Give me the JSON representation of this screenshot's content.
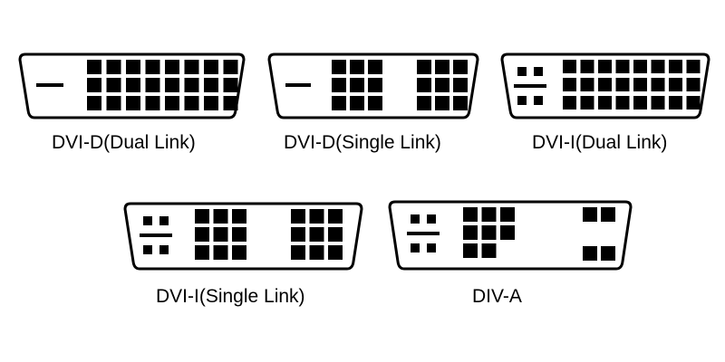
{
  "colors": {
    "ink": "#000000",
    "paper": "#ffffff"
  },
  "connectors": [
    {
      "id": "dvi-d-dual",
      "label": "DVI-D(Dual Link)",
      "analog_pins": false,
      "ground_blade": true,
      "digital_pins": "full 3x8 grid"
    },
    {
      "id": "dvi-d-single",
      "label": "DVI-D(Single Link)",
      "analog_pins": false,
      "ground_blade": true,
      "digital_pins": "two 3x3 groups"
    },
    {
      "id": "dvi-i-dual",
      "label": "DVI-I(Dual Link)",
      "analog_pins": true,
      "ground_blade": true,
      "digital_pins": "full 3x8 grid"
    },
    {
      "id": "dvi-i-single",
      "label": "DVI-I(Single Link)",
      "analog_pins": true,
      "ground_blade": true,
      "digital_pins": "two 3x3 groups"
    },
    {
      "id": "dvi-a",
      "label": "DIV-A",
      "analog_pins": true,
      "ground_blade": true,
      "digital_pins": "partial group of 8 plus 4 corner pins"
    }
  ]
}
